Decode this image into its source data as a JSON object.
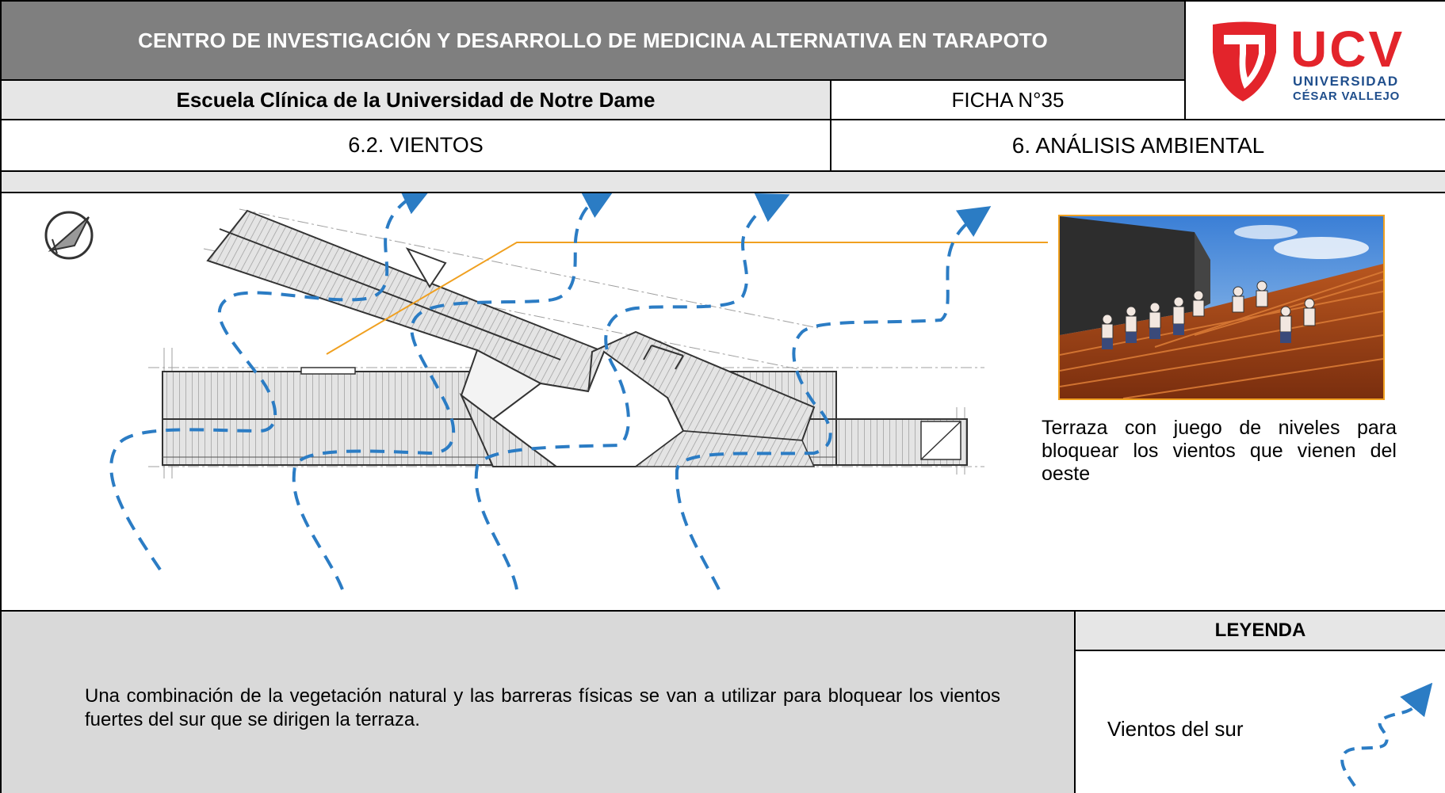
{
  "header": {
    "title": "CENTRO DE INVESTIGACIÓN Y DESARROLLO DE MEDICINA ALTERNATIVA EN TARAPOTO",
    "school": "Escuela Clínica de la Universidad de Notre Dame",
    "ficha": "FICHA N°35",
    "subsection": "6.2. VIENTOS",
    "section": "6. ANÁLISIS AMBIENTAL"
  },
  "logo": {
    "acronym": "UCV",
    "line1": "UNIVERSIDAD",
    "line2": "CÉSAR VALLEJO",
    "red": "#e3242b",
    "blue": "#1f4e8c"
  },
  "photo": {
    "caption": "Terraza con juego de niveles para bloquear los vientos que vienen del oeste"
  },
  "description": "Una combinación de la vegetación natural y las barreras físicas se van a utilizar para bloquear los vientos fuertes del sur que se dirigen la terraza.",
  "legend": {
    "title": "LEYENDA",
    "items": [
      {
        "label": "Vientos del sur",
        "color": "#2b7cc4"
      }
    ]
  },
  "colors": {
    "wind": "#2b7cc4",
    "leader": "#f0a020",
    "title_bg": "#7f7f7f",
    "light_band": "#e6e6e6",
    "desc_bg": "#d9d9d9"
  }
}
